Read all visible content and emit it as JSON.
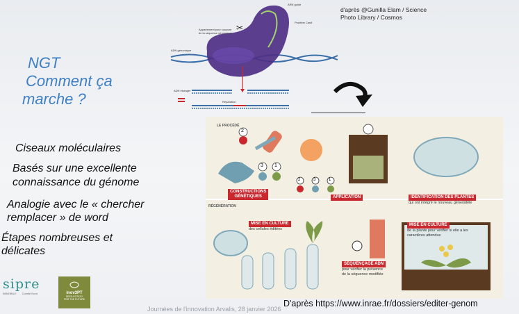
{
  "title": {
    "line1": "NGT",
    "line2": "Comment ça",
    "line3": "marche ?"
  },
  "bullets": [
    "Ciseaux moléculaires",
    "Basés sur une excellente",
    "connaissance du génome",
    "Analogie avec le « chercher",
    "remplacer » de word",
    "Étapes nombreuses et",
    "délicates"
  ],
  "credit": {
    "line1": "d'après @Gunilla Elam / Science",
    "line2": "Photo Library / Cosmos"
  },
  "diagram_labels": {
    "arn_guide": "ARN guide",
    "proteine_cas9": "Protéine Cas9",
    "appariement_1": "Appariement pour coupure",
    "appariement_2": "de la séquence génomique",
    "adn_genomique": "ADN génomique",
    "adn_etranger": "ADN étranger",
    "reparation": "Réparation"
  },
  "infographic": {
    "procede": "LE PROCÉDÉ",
    "regeneration": "RÉGÉNÉRATION",
    "constructions_1": "CONSTRUCTIONS",
    "constructions_2": "GÉNÉTIQUES",
    "application": "APPLICATION",
    "identification": "IDENTIFICATION DES PLANTES",
    "identification_sub": "qui ont intégré le nouveau gène/allèle",
    "mise_culture_1": "MISE EN CULTURE",
    "mise_culture_1_sub": "des cellules éditées",
    "sequencage": "SÉQUENÇAGE ADN",
    "sequencage_sub1": "pour vérifier la présence",
    "sequencage_sub2": "de la séquence modifiée",
    "mise_culture_2": "MISE EN CULTURE",
    "mise_culture_2_sub1": "de la plante pour vérifier si elle a les",
    "mise_culture_2_sub2": "caractères attendus",
    "circles": [
      "2",
      "3",
      "1",
      "2",
      "3",
      "1"
    ]
  },
  "footer": {
    "source": "D'après https://www.inrae.fr/dossiers/editer-genom",
    "event": "Journées de l'innovation Arvalis, 28 janvier 2026"
  },
  "logos": {
    "sipre": "sipre",
    "sipre_small_left": "IMMOBILE",
    "sipre_small_right": "Comité Nord",
    "inov": "inov3PT",
    "inov_tag1": "SEED POTATO",
    "inov_tag2": "FOR THE FUTURE"
  },
  "colors": {
    "title_blue": "#3f7fc4",
    "tag_red": "#c8282e",
    "cas9_purple": "#5a3a9a"
  }
}
